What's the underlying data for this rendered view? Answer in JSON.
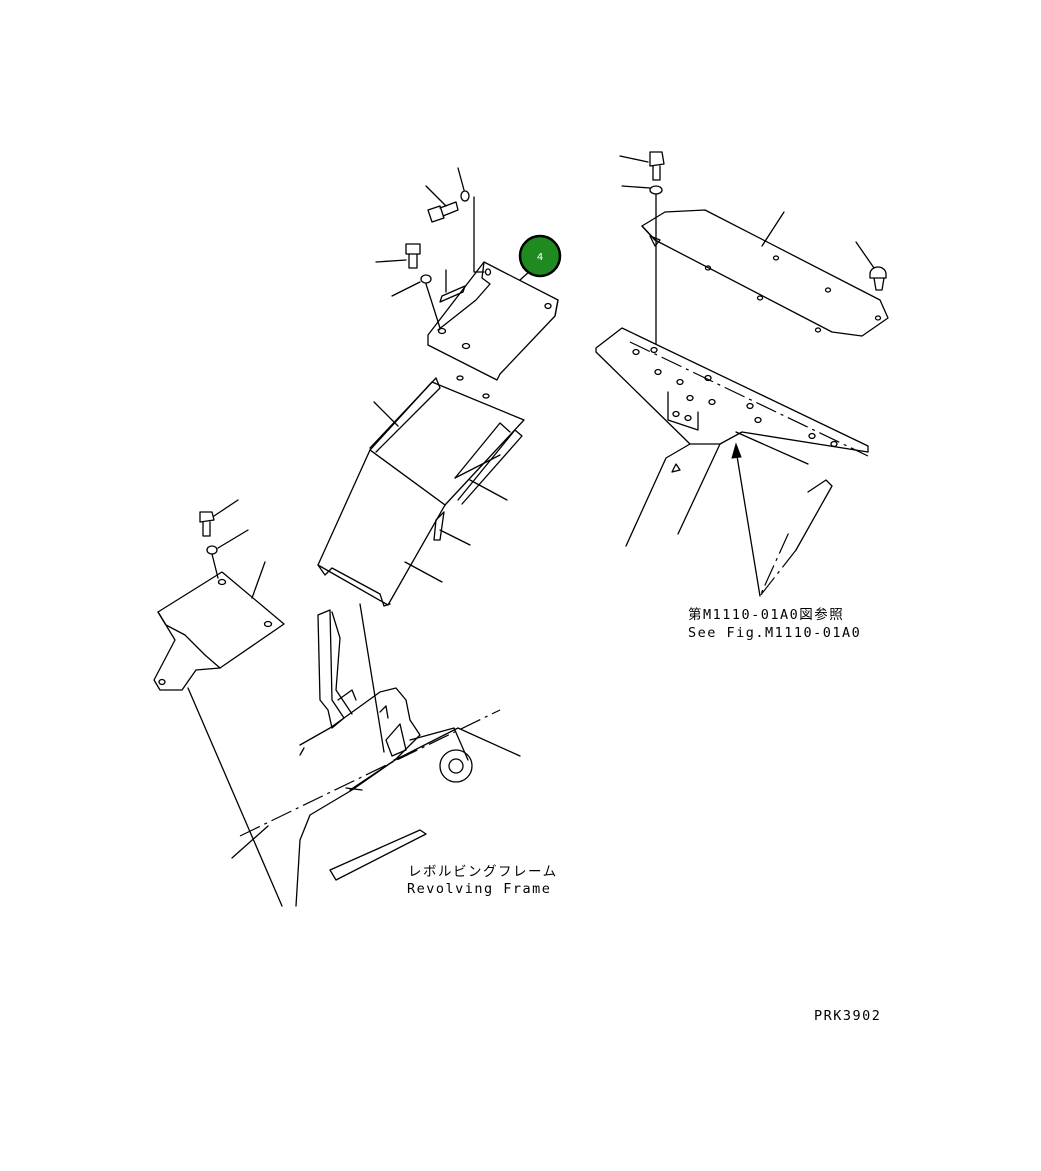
{
  "labels": {
    "revolving_frame_jp": "レボルビングフレーム",
    "revolving_frame_en": "Revolving Frame",
    "see_fig_jp": "第M1110-01A0図参照",
    "see_fig_en": "See Fig.M1110-01A0",
    "drawing_code": "PRK3902"
  },
  "callout": {
    "number": "4",
    "fill_color": "#1f8a1f",
    "ring_color": "#000000"
  }
}
